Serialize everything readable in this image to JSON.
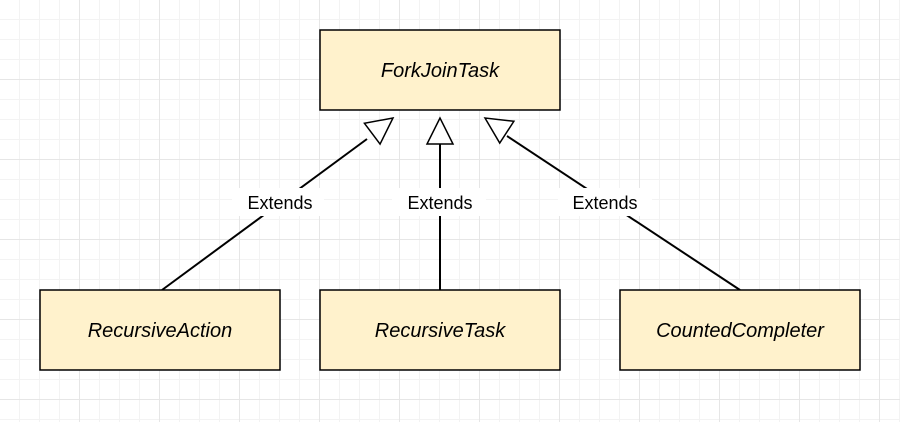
{
  "diagram": {
    "nodes": {
      "parent": {
        "label": "ForkJoinTask"
      },
      "child1": {
        "label": "RecursiveAction"
      },
      "child2": {
        "label": "RecursiveTask"
      },
      "child3": {
        "label": "CountedCompleter"
      }
    },
    "edges": [
      {
        "from": "child1",
        "to": "parent",
        "label": "Extends"
      },
      {
        "from": "child2",
        "to": "parent",
        "label": "Extends"
      },
      {
        "from": "child3",
        "to": "parent",
        "label": "Extends"
      }
    ],
    "colors": {
      "box_fill": "#fff2cc",
      "stroke": "#000000",
      "grid_line": "#e6e6e6"
    }
  }
}
